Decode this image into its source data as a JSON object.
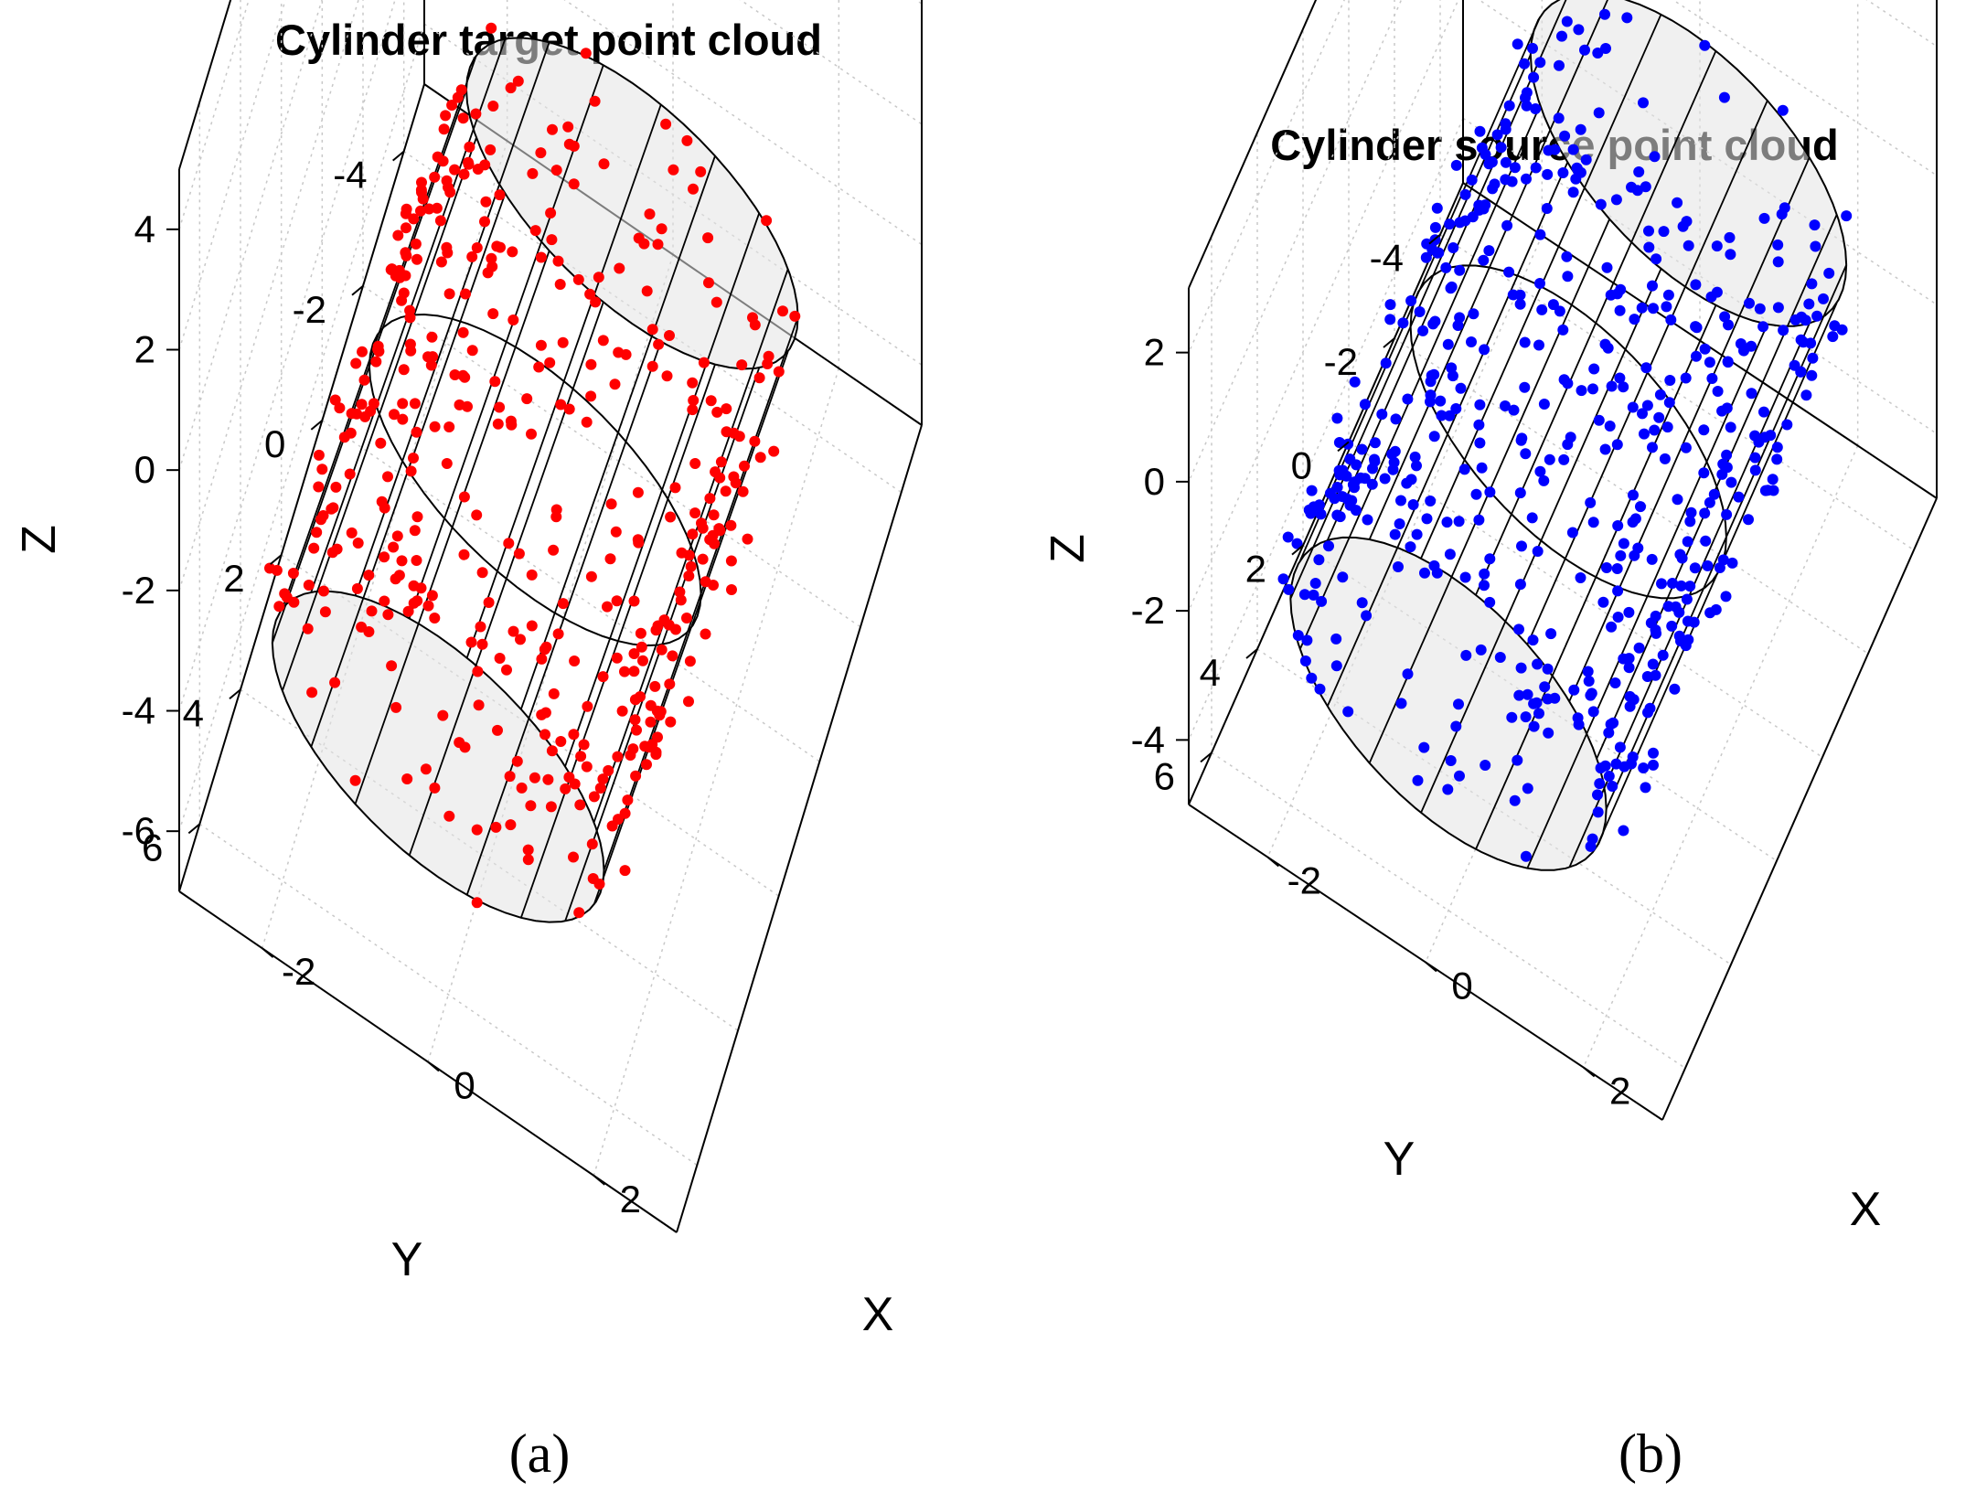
{
  "chart_data": [
    {
      "type": "scatter",
      "title": "Cylinder target point cloud",
      "caption": "(a)",
      "xlabel": "X",
      "ylabel": "Y",
      "zlabel": "Z",
      "xlim": [
        -3,
        3
      ],
      "ylim": [
        -5,
        7
      ],
      "zlim": [
        -7,
        5
      ],
      "x_ticks": [
        "-2",
        "0",
        "2"
      ],
      "y_ticks": [
        "-4",
        "-2",
        "0",
        "2",
        "4",
        "6"
      ],
      "z_ticks": [
        "-6",
        "-4",
        "-2",
        "0",
        "2",
        "4"
      ],
      "grid": true,
      "point_color": "#ff0000",
      "point_count": 420,
      "cylinder": {
        "radius": 2,
        "y_range": [
          -3,
          6.5
        ],
        "x_center": 0,
        "z_center": -3.2,
        "tilt": 0.15
      },
      "series": []
    },
    {
      "type": "scatter",
      "title": "Cylinder source point cloud",
      "caption": "(b)",
      "xlabel": "X",
      "ylabel": "Y",
      "zlabel": "Z",
      "xlim": [
        -3,
        3
      ],
      "ylim": [
        -5,
        7
      ],
      "zlim": [
        -5,
        3
      ],
      "x_ticks": [
        "-2",
        "0",
        "2"
      ],
      "y_ticks": [
        "-4",
        "-2",
        "0",
        "2",
        "4",
        "6"
      ],
      "z_ticks": [
        "-4",
        "-2",
        "0",
        "2"
      ],
      "grid": true,
      "point_color": "#0000ff",
      "point_count": 520,
      "cylinder": {
        "radius": 2,
        "y_range": [
          -4.5,
          6
        ],
        "x_center": 0,
        "z_center": -1.8,
        "tilt": 0.0
      },
      "series": []
    }
  ]
}
